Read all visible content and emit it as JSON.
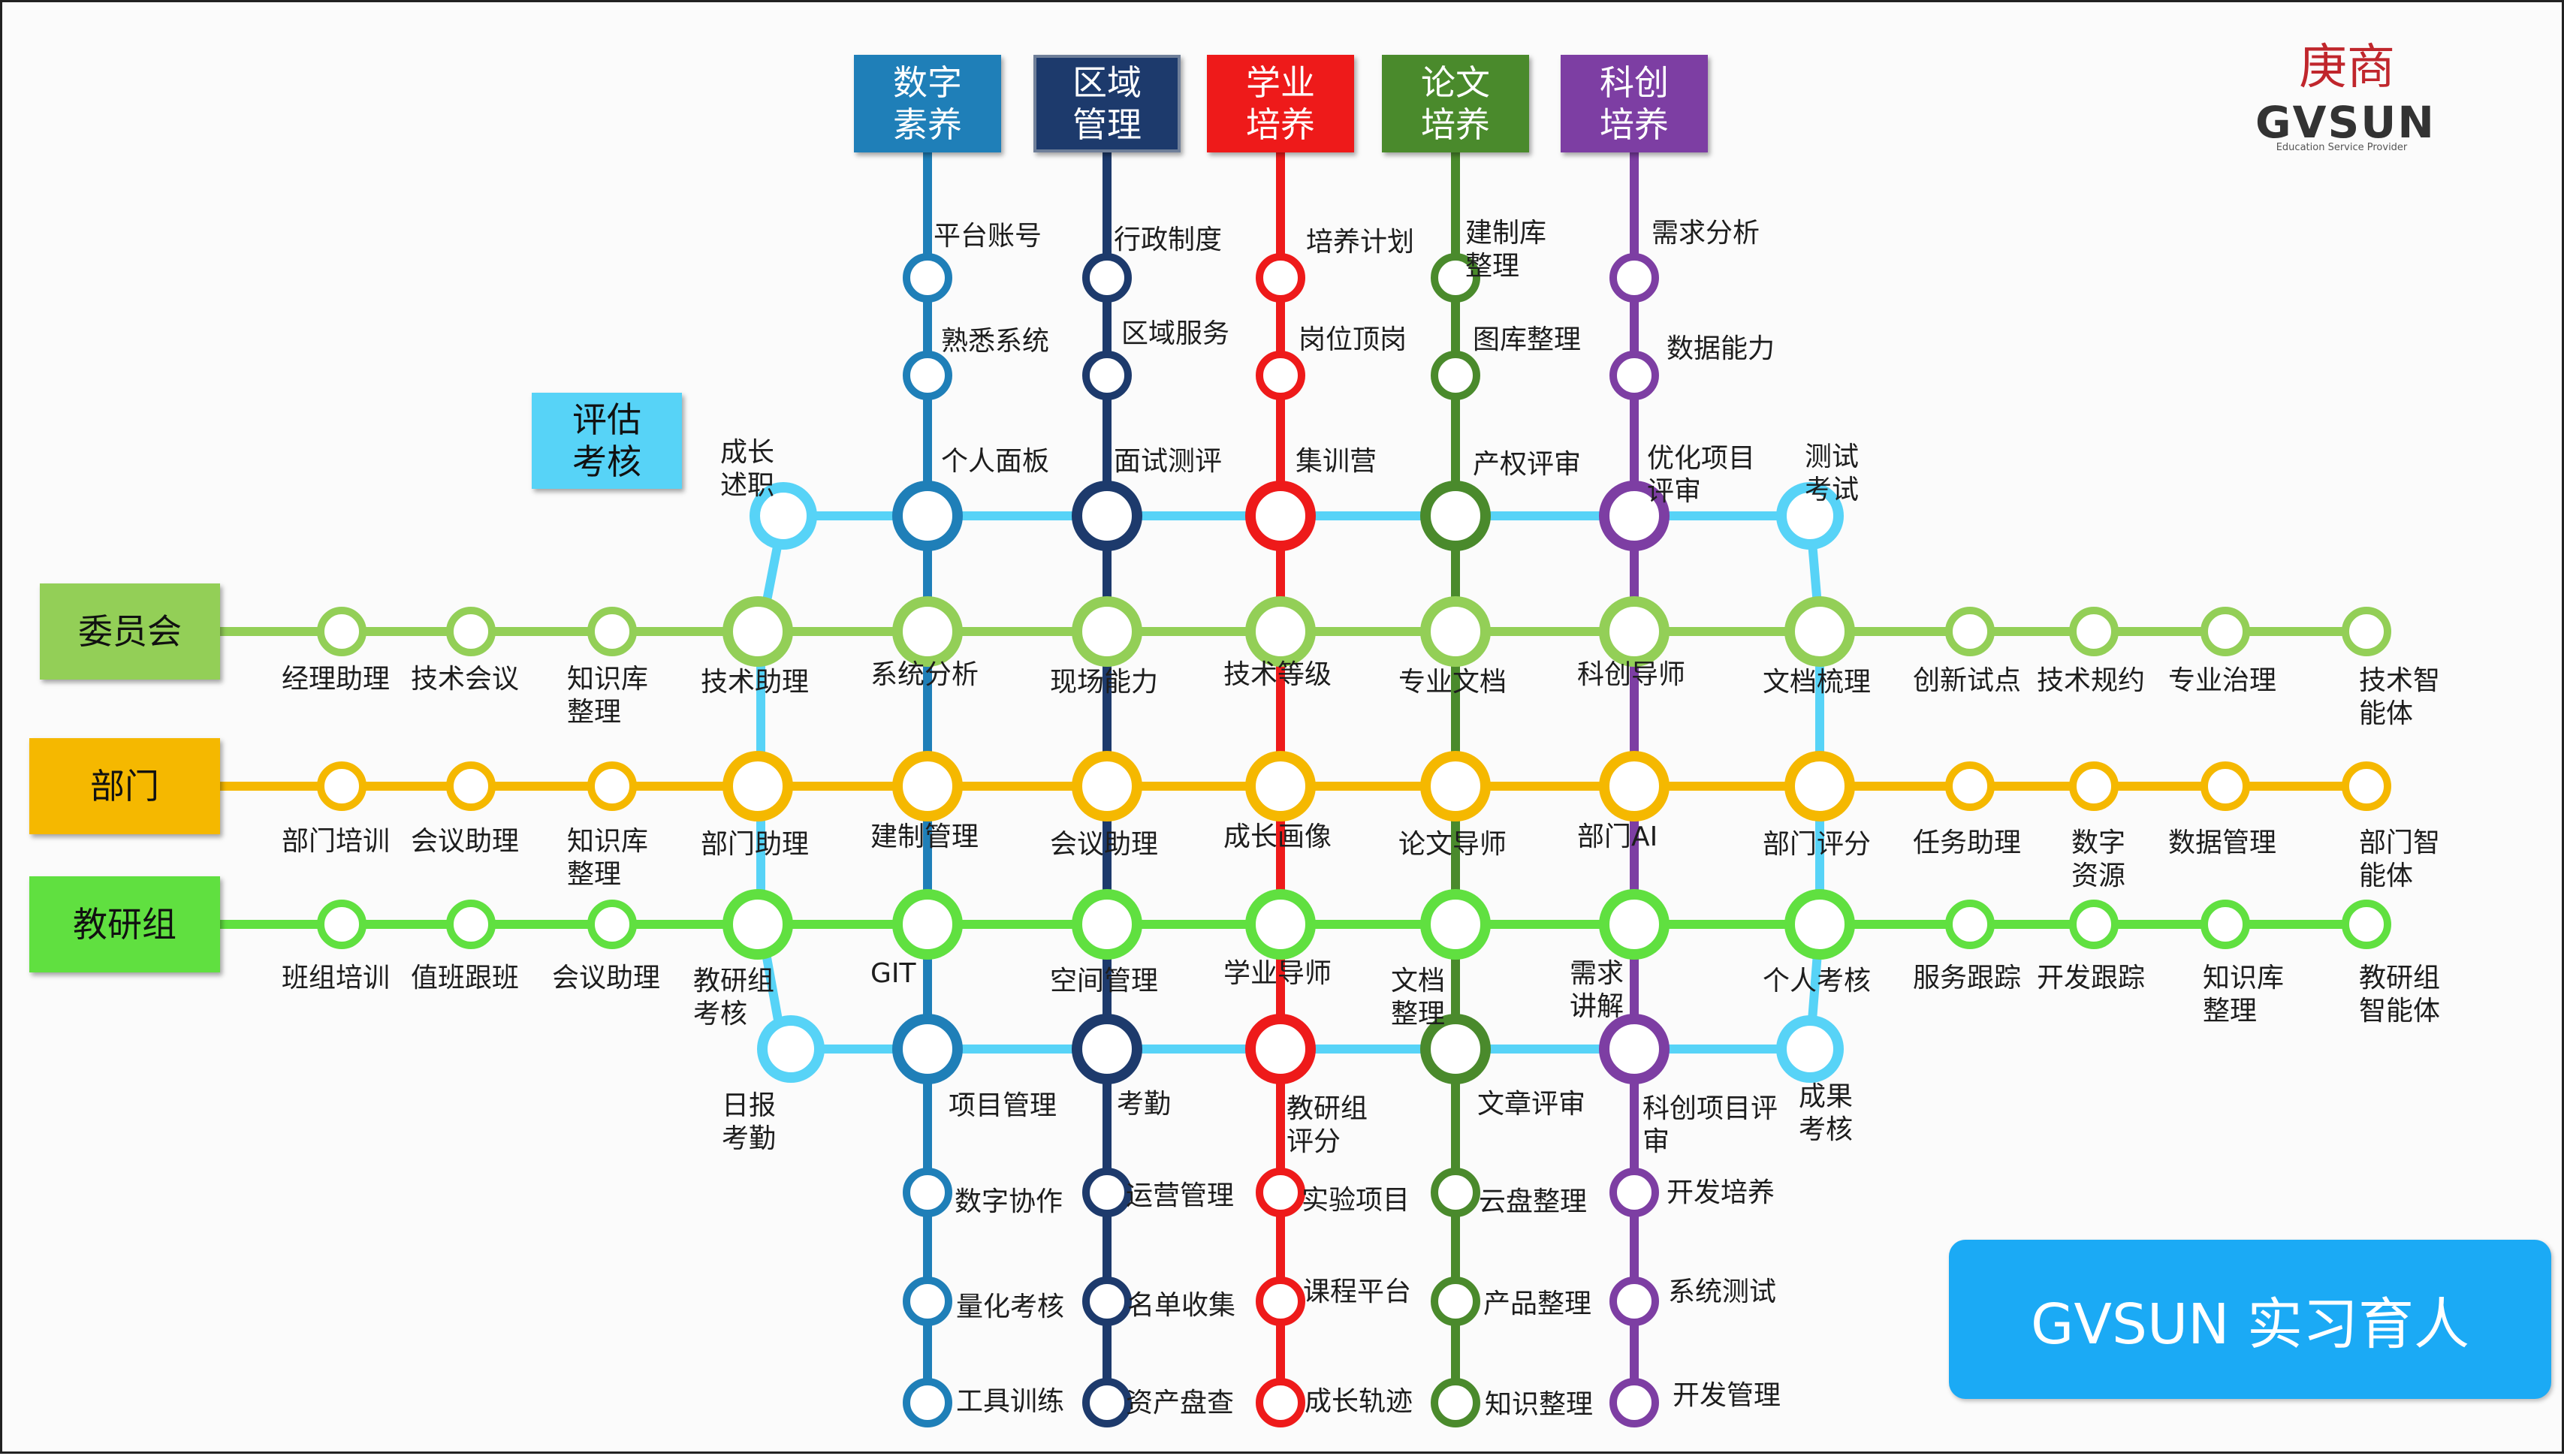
{
  "brand": {
    "label": "GVSUN 实习育人"
  },
  "logo": {
    "cn": "庚商",
    "en": "GVSUN",
    "sub": "Education Service Provider"
  },
  "colors": {
    "v1": "#1f7fb8",
    "v2": "#1d3a6c",
    "v3": "#ee1a1a",
    "v4": "#4a8a2c",
    "v5": "#7d3ea3",
    "eval": "#57d3f7",
    "r1": "#93cf57",
    "r2": "#f5b800",
    "r3": "#60e040"
  },
  "columns": [
    {
      "id": "v1",
      "header": [
        "数字",
        "素养"
      ],
      "top": [
        "平台账号",
        "熟悉系统",
        "个人面板"
      ],
      "bottom": [
        "项目管理",
        "数字协作",
        "量化考核",
        "工具训练"
      ]
    },
    {
      "id": "v2",
      "header": [
        "区域",
        "管理"
      ],
      "top": [
        "行政制度",
        "区域服务",
        "面试测评"
      ],
      "bottom": [
        "考勤",
        "运营管理",
        "名单收集",
        "资产盘查"
      ]
    },
    {
      "id": "v3",
      "header": [
        "学业",
        "培养"
      ],
      "top": [
        "培养计划",
        "岗位顶岗",
        "集训营"
      ],
      "bottom": [
        "教研组评分",
        "实验项目",
        "课程平台",
        "成长轨迹"
      ]
    },
    {
      "id": "v4",
      "header": [
        "论文",
        "培养"
      ],
      "top": [
        "建制库整理",
        "图库整理",
        "产权评审"
      ],
      "bottom": [
        "文章评审",
        "云盘整理",
        "产品整理",
        "知识整理"
      ]
    },
    {
      "id": "v5",
      "header": [
        "科创",
        "培养"
      ],
      "top": [
        "需求分析",
        "数据能力",
        "优化项目评审"
      ],
      "bottom": [
        "科创项目评审",
        "开发培养",
        "系统测试",
        "开发管理"
      ]
    }
  ],
  "eval_loop": {
    "header": [
      "评估",
      "考核"
    ],
    "top_left": "成长述职",
    "top_right": "测试考试",
    "bottom_left": "日报考勤",
    "bottom_right": "成果考核"
  },
  "rows": [
    {
      "id": "r1",
      "title": "委员会",
      "left": [
        "经理助理",
        "技术会议",
        "知识库整理"
      ],
      "mid": [
        "技术助理",
        "系统分析",
        "现场能力",
        "技术等级",
        "专业文档",
        "科创导师",
        "文档梳理"
      ],
      "right": [
        "创新试点",
        "技术规约",
        "专业治理",
        "技术智能体"
      ]
    },
    {
      "id": "r2",
      "title": "部门",
      "left": [
        "部门培训",
        "会议助理",
        "知识库整理"
      ],
      "mid": [
        "部门助理",
        "建制管理",
        "会议助理",
        "成长画像",
        "论文导师",
        "部门AI",
        "部门评分"
      ],
      "right": [
        "任务助理",
        "数字资源",
        "数据管理",
        "部门智能体"
      ]
    },
    {
      "id": "r3",
      "title": "教研组",
      "left": [
        "班组培训",
        "值班跟班",
        "会议助理"
      ],
      "mid": [
        "教研组考核",
        "GIT",
        "空间管理",
        "学业导师",
        "文档整理",
        "需求讲解",
        "个人考核"
      ],
      "right": [
        "服务跟踪",
        "开发跟踪",
        "知识库整理",
        "教研组智能体"
      ]
    }
  ]
}
